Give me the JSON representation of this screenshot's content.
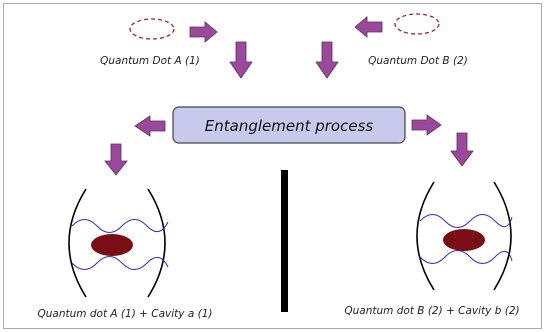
{
  "labels": {
    "dot_a": "Quantum Dot A (1)",
    "dot_b": "Quantum Dot B (2)",
    "process": "Entanglement process",
    "cavity_a": "Quantum dot A (1) + Cavity a (1)",
    "cavity_b": "Quantum dot B (2) + Cavity b (2)"
  },
  "colors": {
    "arrow_fill": "#9b4a9b",
    "arrow_stroke": "#5e2a5e",
    "process_box_fill": "#c9c9ee",
    "process_box_stroke": "#444444",
    "dot_outline": "#a0202c",
    "dot_fill": "#7a0e16",
    "wave": "#2b2bc8",
    "divider": "#000000",
    "frame": "#aaaaaa"
  },
  "icons": {
    "arrow": "thick-block-arrow",
    "quantum_dot": "dashed-ellipse",
    "cavity": "mirror-pair-with-standing-wave"
  }
}
